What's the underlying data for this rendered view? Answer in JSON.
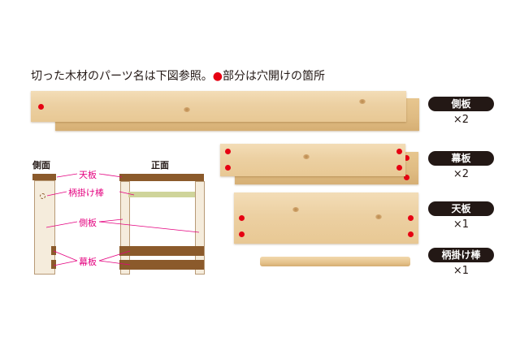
{
  "caption": {
    "text": "切った木材のパーツ名は下図参照。",
    "dot": "●",
    "tail": "部分は穴開けの箇所"
  },
  "parts": [
    {
      "name": "側板",
      "count": "×2"
    },
    {
      "name": "幕板",
      "count": "×2"
    },
    {
      "name": "天板",
      "count": "×1"
    },
    {
      "name": "柄掛け棒",
      "count": "×1"
    }
  ],
  "diagram": {
    "side_view_title": "側面",
    "front_view_title": "正面",
    "labels": {
      "top": "天板",
      "rod": "柄掛け棒",
      "side": "側板",
      "apron": "幕板"
    }
  },
  "colors": {
    "hole_red": "#e60012",
    "label_pink": "#e4007f",
    "wood_dark": "#8b5a2b",
    "wood_light": "#f5ecdc",
    "rod_green": "#cfd49a",
    "badge_bg": "#231815"
  }
}
